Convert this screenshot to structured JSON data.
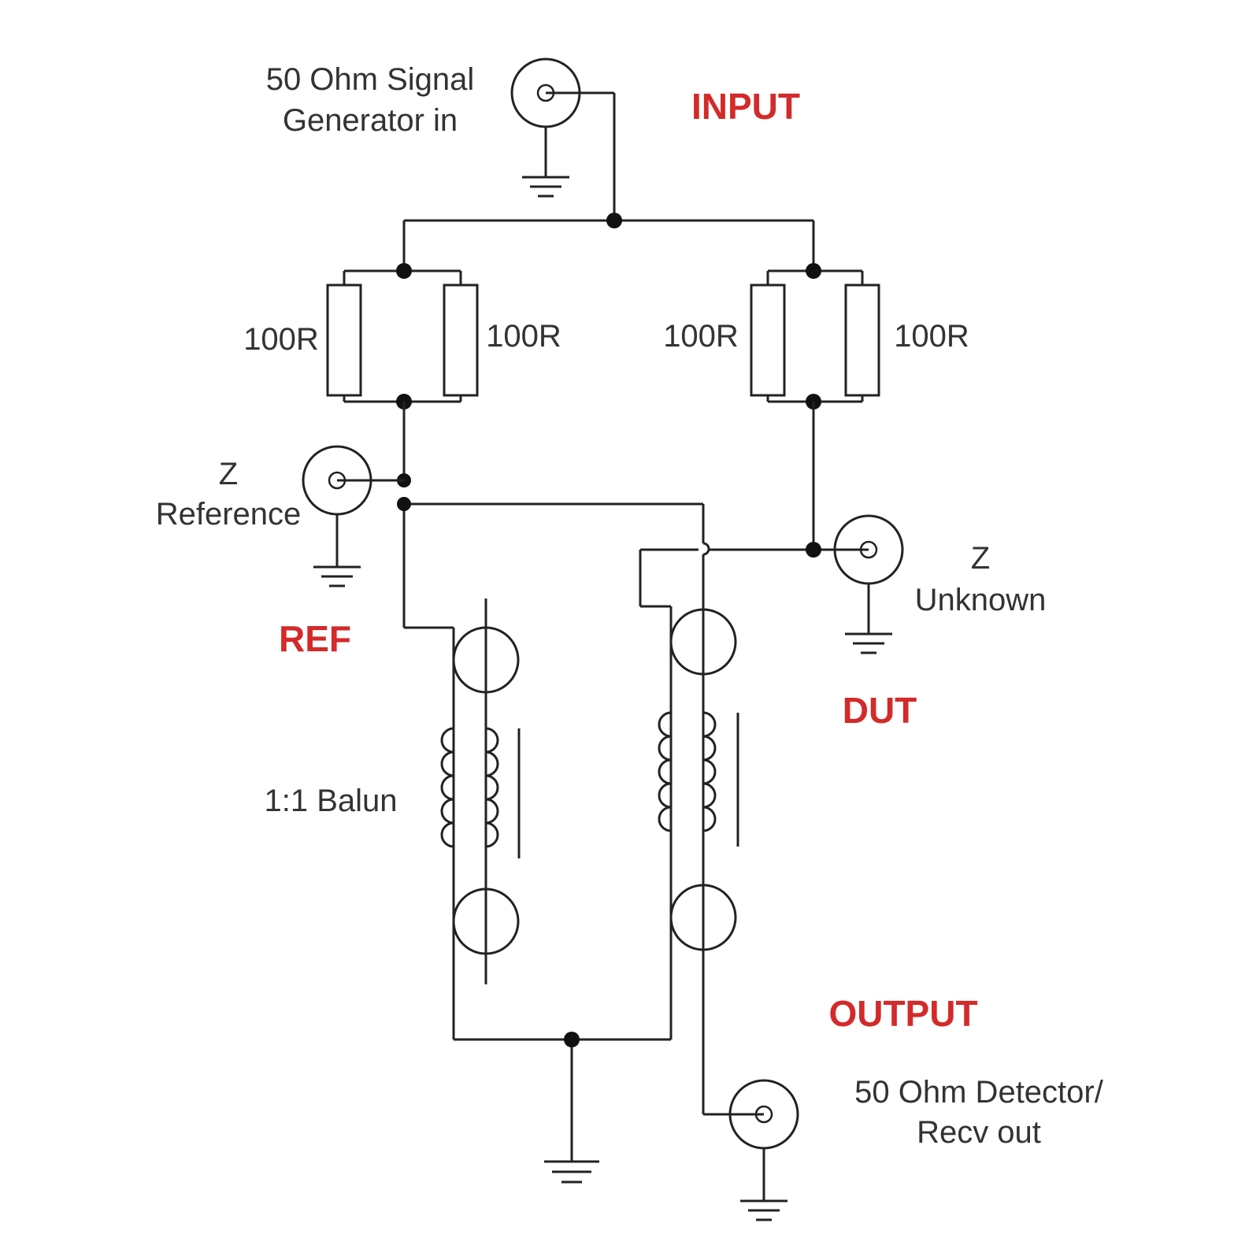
{
  "labels": {
    "signal_gen_line1": "50 Ohm Signal",
    "signal_gen_line2": "Generator in",
    "input": "INPUT",
    "r1": "100R",
    "r2": "100R",
    "r3": "100R",
    "r4": "100R",
    "zref_line1": "Z",
    "zref_line2": "Reference",
    "ref": "REF",
    "zunk_line1": "Z",
    "zunk_line2": "Unknown",
    "dut": "DUT",
    "balun": "1:1 Balun",
    "output": "OUTPUT",
    "detector_line1": "50 Ohm Detector/",
    "detector_line2": "Recv out"
  },
  "colors": {
    "section_label": "#d42a2a",
    "wire": "#222222",
    "text": "#333333"
  }
}
